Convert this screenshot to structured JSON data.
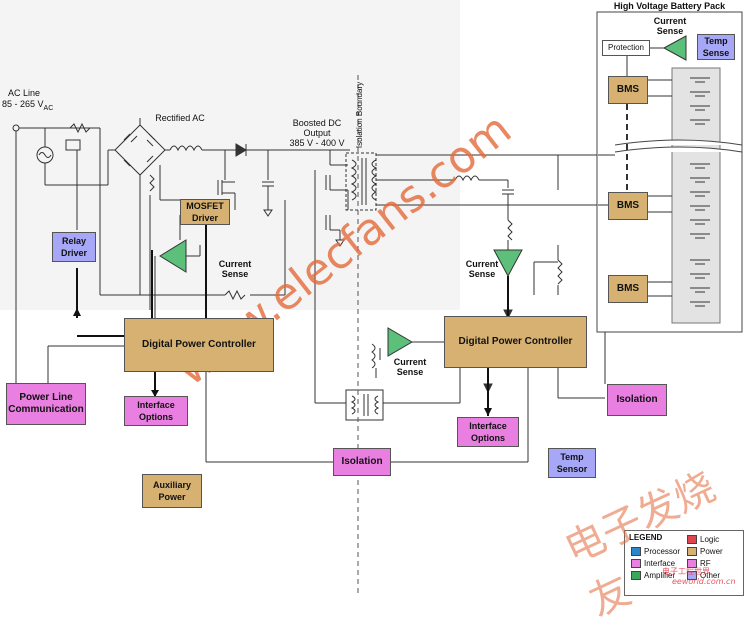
{
  "pack": {
    "title": "High Voltage Battery Pack",
    "current_sense": "Current\nSense",
    "temp_sense": "Temp\nSense",
    "protection": "Protection",
    "bms_labels": [
      "BMS",
      "BMS",
      "BMS"
    ]
  },
  "input": {
    "ac_line": "AC Line",
    "ac_range": "85 - 265 V",
    "ac_sub": "AC",
    "rectified": "Rectified AC",
    "boosted": "Boosted DC\nOutput\n385 V - 400 V",
    "isolation_boundary": "Isolation Boundary"
  },
  "blocks": {
    "relay_driver": "Relay\nDriver",
    "mosfet_driver": "MOSFET\nDriver",
    "left_current_sense": "Current\nSense",
    "dpc_left": "Digital Power Controller",
    "dpc_right": "Digital Power Controller",
    "mid_current_sense": "Current\nSense",
    "right_current_sense": "Current\nSense",
    "power_line_comm": "Power Line\nCommunication",
    "interface_left": "Interface\nOptions",
    "interface_right": "Interface\nOptions",
    "isolation_bottom": "Isolation",
    "isolation_right": "Isolation",
    "aux_power": "Auxiliary\nPower",
    "temp_sensor": "Temp\nSensor"
  },
  "legend": {
    "title": "LEGEND",
    "items": [
      {
        "label": "Logic",
        "color": "#e0454f"
      },
      {
        "label": "Processor",
        "color": "#2d86c9"
      },
      {
        "label": "Power",
        "color": "#d6b171"
      },
      {
        "label": "Interface",
        "color": "#e97fe0"
      },
      {
        "label": "RF",
        "color": "#e97fe0"
      },
      {
        "label": "Amplifier",
        "color": "#3aa657"
      },
      {
        "label": "Other",
        "color": "#a7a7f7"
      }
    ]
  },
  "watermark": {
    "main": "www.elecfans.com",
    "cn": "电子发烧友",
    "cn_sub": "电子工程世界",
    "site": "eeworld.com.cn"
  },
  "colors": {
    "gold": "#d6b171",
    "pink": "#e97fe0",
    "blue": "#a7a7f7",
    "amp_green": "#5cc07a",
    "watermark": "#e46a3a"
  }
}
